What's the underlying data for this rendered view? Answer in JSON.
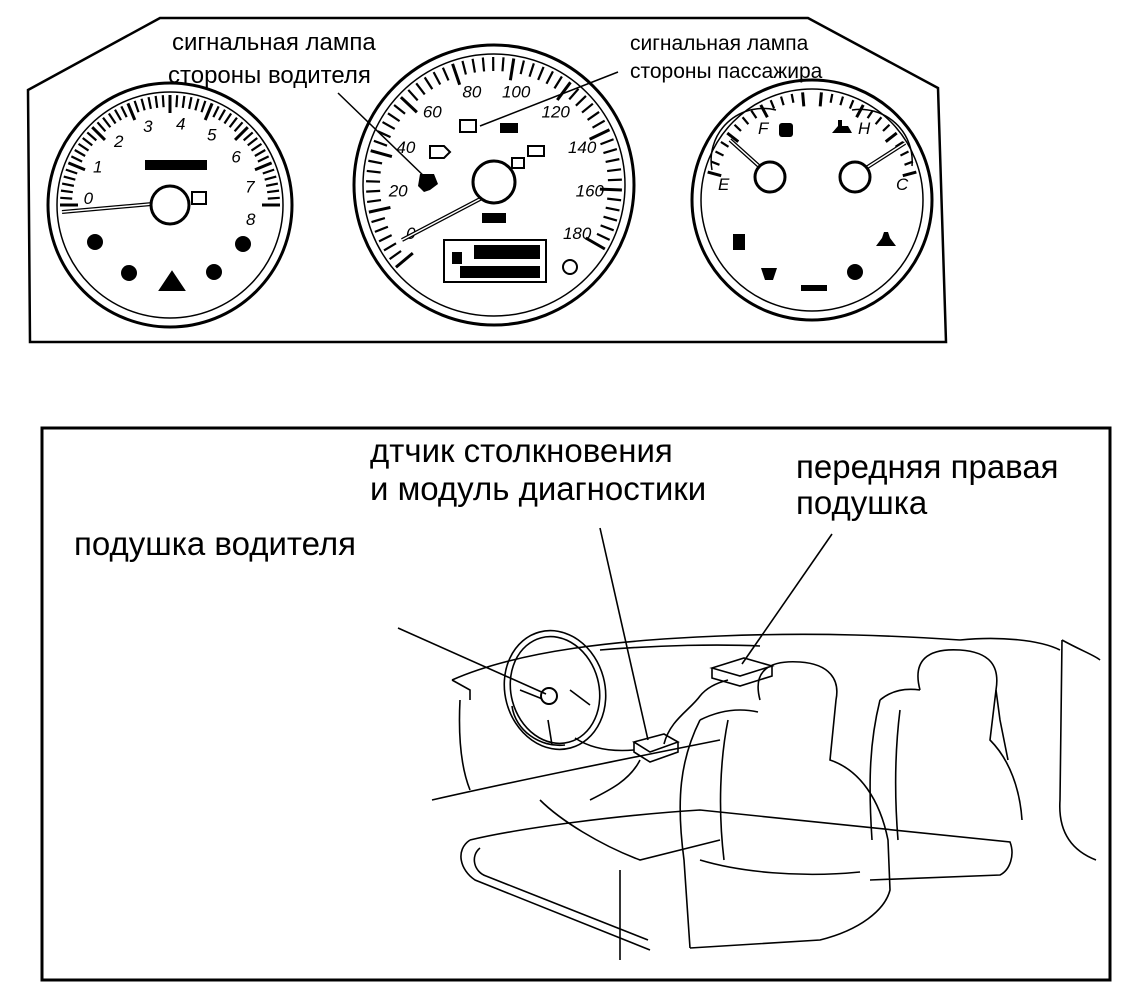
{
  "instrument_cluster": {
    "driver_lamp_label_line1": "сигнальная лампа",
    "driver_lamp_label_line2": "стороны водителя",
    "passenger_lamp_label_line1": "сигнальная лампа",
    "passenger_lamp_label_line2": "стороны пассажира",
    "tachometer_numbers": [
      "0",
      "1",
      "2",
      "3",
      "4",
      "5",
      "6",
      "7",
      "8"
    ],
    "speedometer_numbers": [
      "0",
      "20",
      "40",
      "60",
      "80",
      "100",
      "120",
      "140",
      "160",
      "180"
    ],
    "right_gauge_left_labels": [
      "E",
      "F"
    ],
    "right_gauge_right_labels": [
      "H",
      "C"
    ]
  },
  "interior": {
    "driver_airbag_label": "подушка водителя",
    "sensor_label_line1": "дтчик столкновения",
    "sensor_label_line2": "и модуль диагностики",
    "passenger_airbag_label_line1": "передняя правая",
    "passenger_airbag_label_line2": "подушка"
  }
}
